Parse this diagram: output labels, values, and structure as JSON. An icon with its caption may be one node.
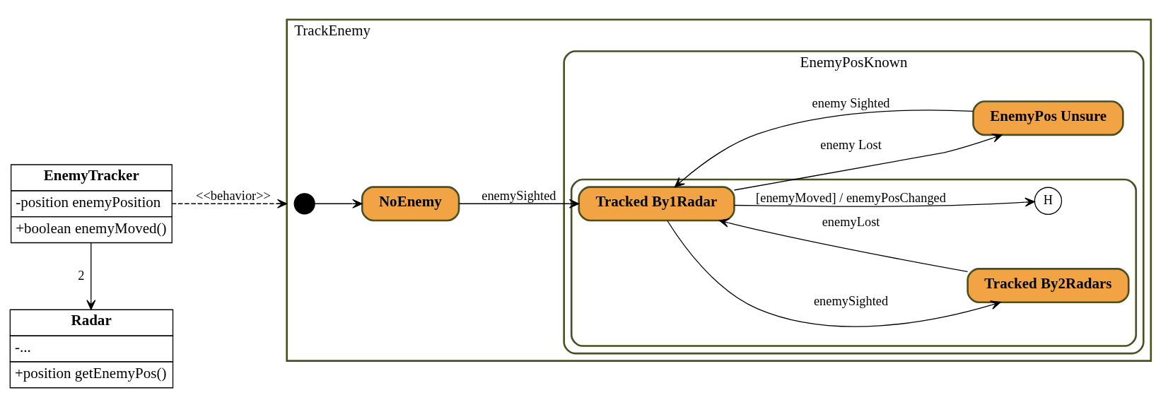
{
  "diagram": {
    "nodes": [
      {
        "text": [
          "EnemyTracker",
          "-position enemyPosition",
          "+boolean enemyMoved()"
        ]
      },
      {
        "text": [
          "Radar",
          "-...",
          "+position getEnemyPos()"
        ]
      },
      {
        "text": [
          "TrackEnemy"
        ]
      },
      {
        "text": [],
        "shape": "circle",
        "in": 2
      },
      {
        "text": [
          "NoEnemy"
        ],
        "in": 2
      },
      {
        "text": [
          "EnemyPosKnown"
        ],
        "in": 2
      },
      {
        "text": [],
        "shape": "box",
        "in": 5
      },
      {
        "text": [
          "Tracked By1Radar"
        ],
        "in": 6
      },
      {
        "text": [
          "Tracked By2Radars"
        ],
        "in": 6
      },
      {
        "text": [
          "H"
        ],
        "in": 6
      },
      {
        "text": [
          "EnemyPos Unsure"
        ],
        "in": 5
      }
    ],
    "edges": [
      {
        "from": 0,
        "to": 1,
        "arrow": "to",
        "label": "2"
      },
      {
        "from": 0,
        "to": 2,
        "arrow": "to",
        "label": "<<behavior>>",
        "style": "dashed"
      },
      {
        "from": 3,
        "to": 4,
        "arrow": "to"
      },
      {
        "from": 4,
        "to": 7,
        "arrow": "to",
        "label": "enemySighted"
      },
      {
        "from": 7,
        "to": 8,
        "arrow": "to",
        "label": "enemySighted"
      },
      {
        "from": 8,
        "to": 7,
        "arrow": "to",
        "label": "enemyLost"
      },
      {
        "from": 7,
        "to": 10,
        "arrow": "to",
        "label": "enemy Lost"
      },
      {
        "from": 10,
        "to": 7,
        "arrow": "to",
        "label": "enemy Sighted"
      },
      {
        "from": 5,
        "to": 9,
        "arrow": "to",
        "label": "[enemyMoved] / enemyPosChanged"
      }
    ]
  }
}
